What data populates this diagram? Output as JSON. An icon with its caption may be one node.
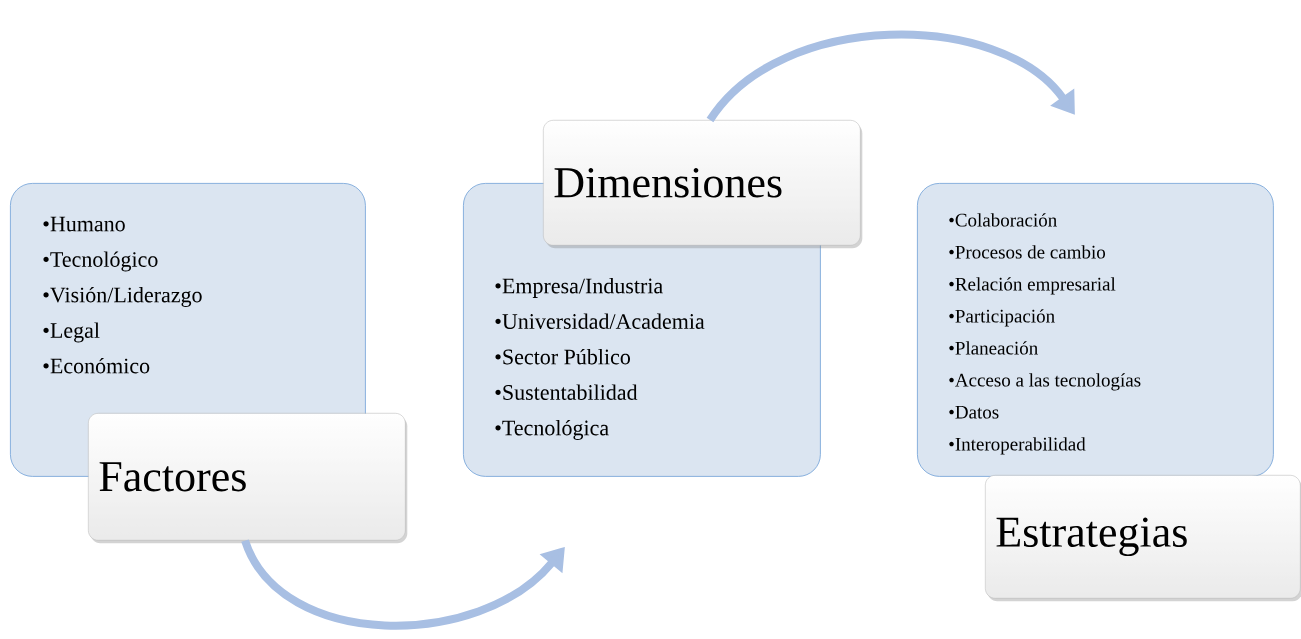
{
  "diagram": {
    "nodes": [
      {
        "text": [
          "•Humano",
          "•Tecnológico",
          "•Visión/Liderazgo",
          "•Legal",
          "•Económico"
        ]
      },
      {
        "text": [
          "Factores"
        ]
      },
      {
        "text": [
          "•Empresa/Industria",
          "•Universidad/Academia",
          "•Sector Público",
          "•Sustentabilidad",
          "•Tecnológica"
        ]
      },
      {
        "text": [
          "Dimensiones"
        ]
      },
      {
        "text": [
          "•Colaboración",
          "•Procesos de cambio",
          "•Relación empresarial",
          "•Participación",
          "•Planeación",
          "•Acceso a las tecnologías",
          "•Datos",
          "•Interoperabilidad"
        ]
      },
      {
        "text": [
          "Estrategias"
        ]
      }
    ],
    "edges": [
      {
        "from": 1,
        "to": 2,
        "arrow": "to"
      },
      {
        "from": 3,
        "to": 4,
        "arrow": "to"
      }
    ]
  }
}
